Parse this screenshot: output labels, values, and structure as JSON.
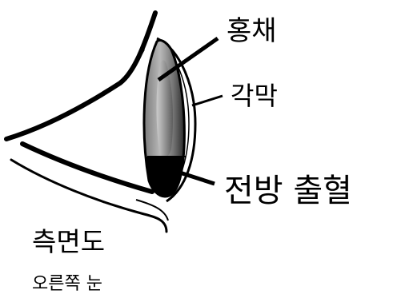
{
  "labels": {
    "iris": "홍채",
    "cornea": "각막",
    "hyphema": "전방 출혈",
    "view": "측면도",
    "eye_side": "오른쪽 눈"
  },
  "colors": {
    "line": "#000000",
    "blood": "#000000",
    "cornea_fill": "#ffffff"
  }
}
